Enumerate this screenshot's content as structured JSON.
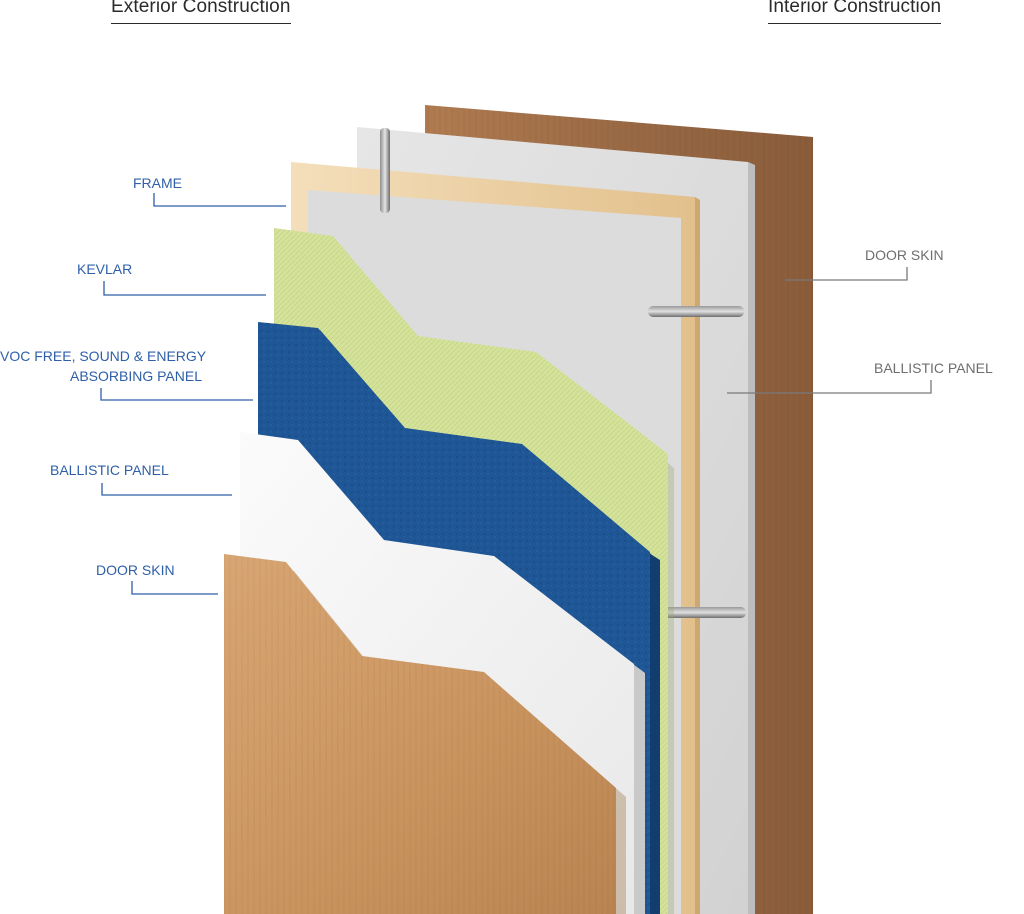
{
  "headings": {
    "exterior": "Exterior Construction",
    "interior": "Interior Construction"
  },
  "exterior_labels": {
    "frame": "FRAME",
    "kevlar": "KEVLAR",
    "voc_line1": "VOC FREE, SOUND & ENERGY",
    "voc_line2": "ABSORBING PANEL",
    "ballistic_panel": "BALLISTIC PANEL",
    "door_skin": "DOOR SKIN"
  },
  "interior_labels": {
    "door_skin": "DOOR SKIN",
    "ballistic_panel": "BALLISTIC PANEL"
  },
  "colors": {
    "label_blue": "#2f5fa8",
    "label_gray": "#6e6e6e",
    "wood_dark": "#9a6a45",
    "wood_light": "#c9935e",
    "frame_wood": "#ecd3a8",
    "kevlar": "#d4e29a",
    "sound_panel": "#1f5796",
    "ballistic_white": "#f2f2f2",
    "ballistic_gray": "#dadada"
  }
}
